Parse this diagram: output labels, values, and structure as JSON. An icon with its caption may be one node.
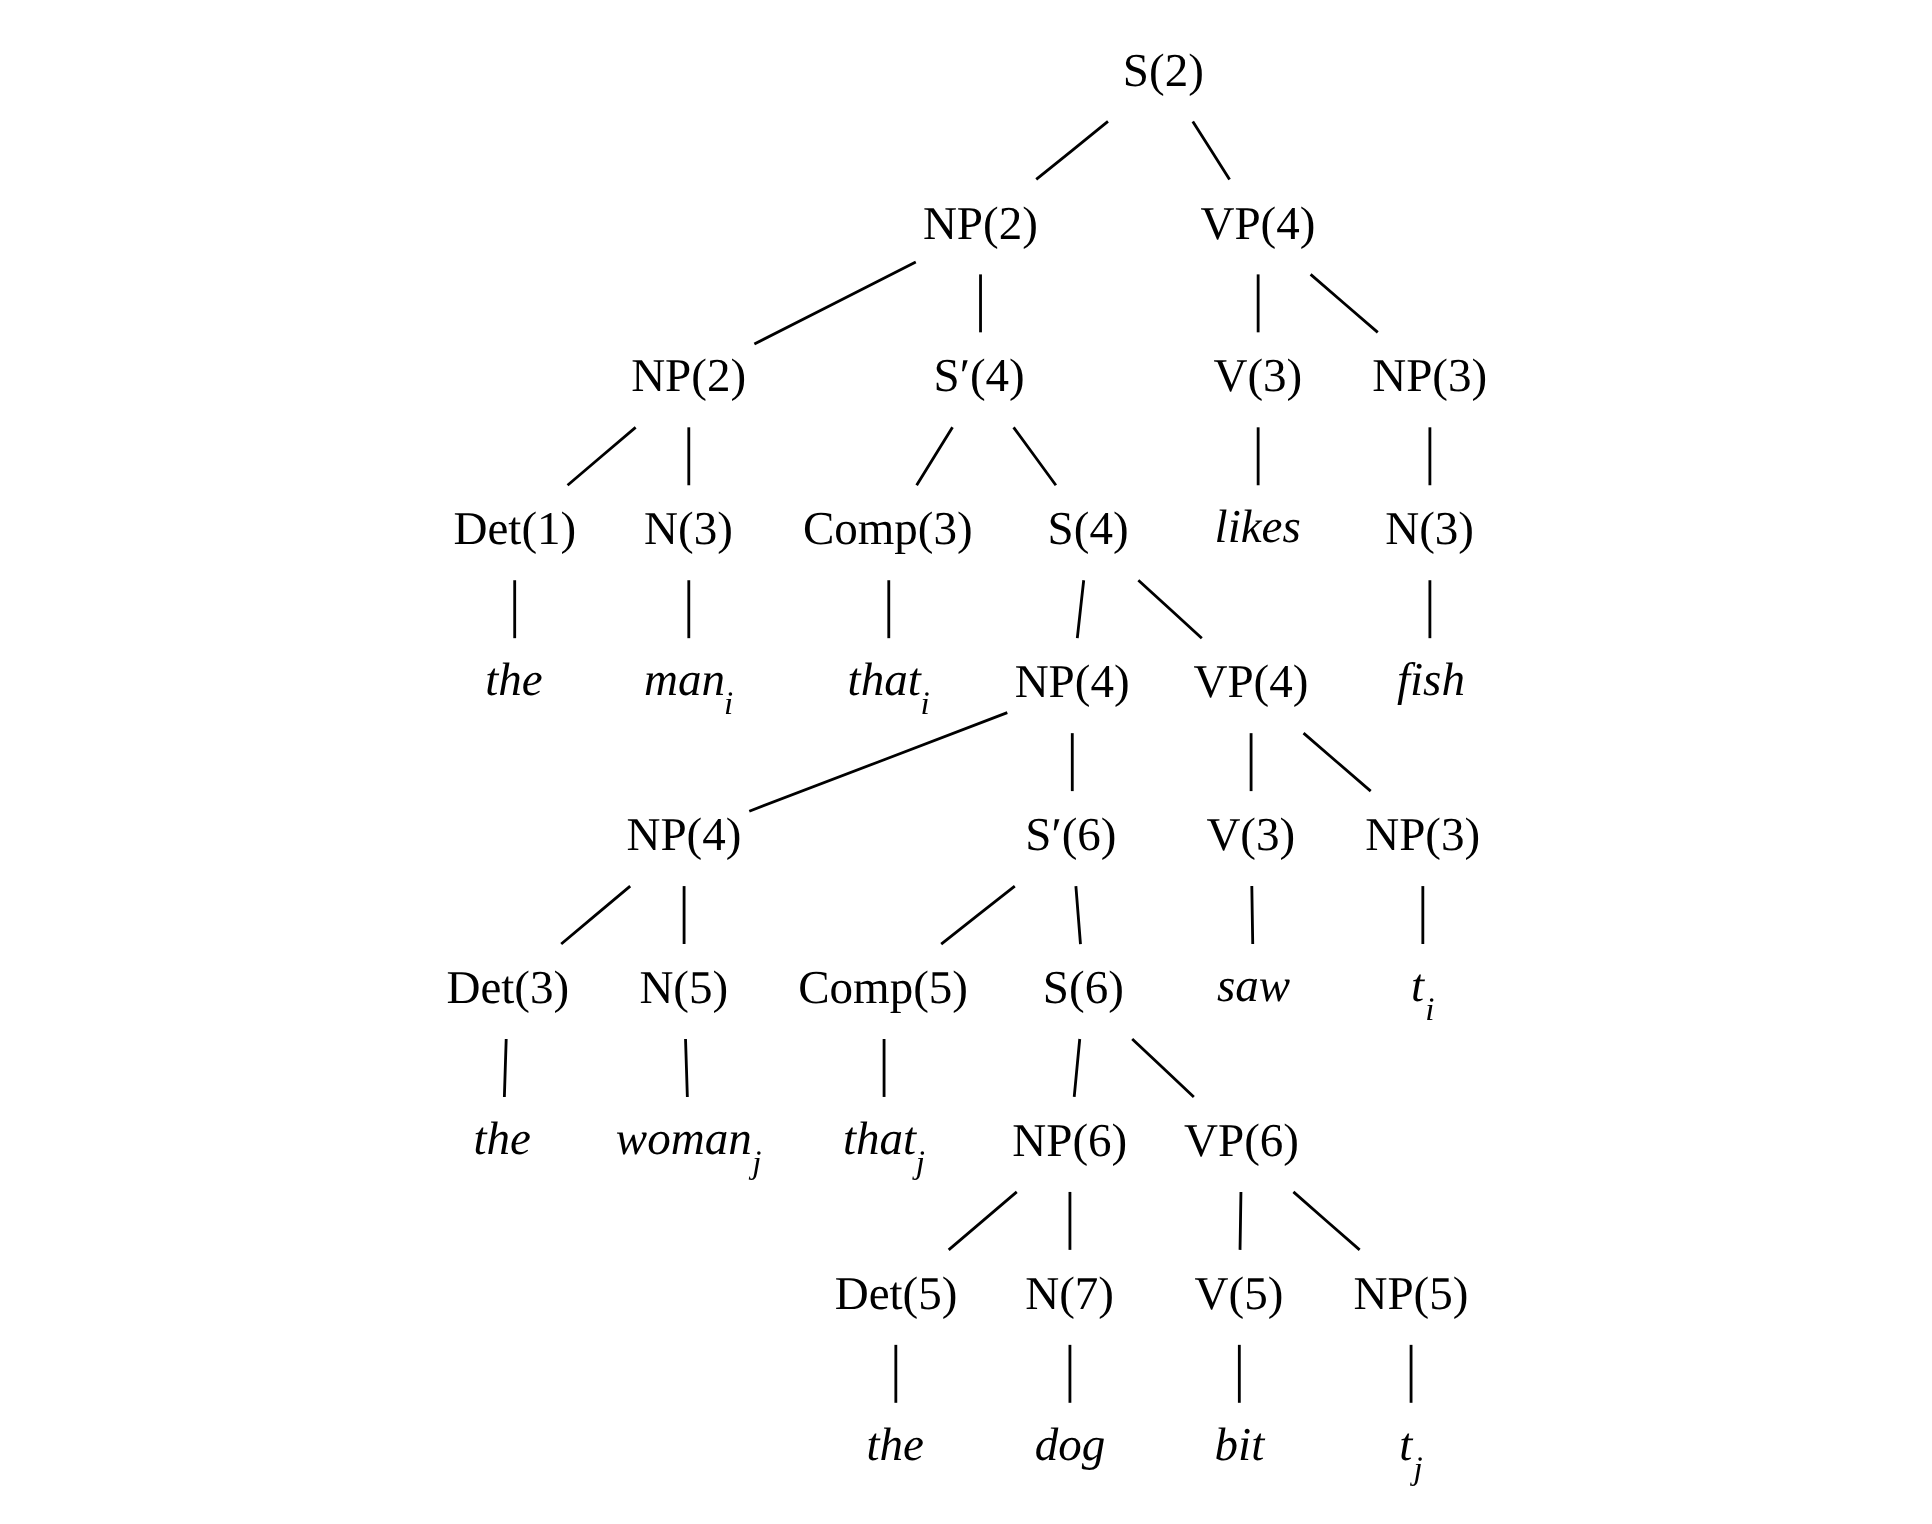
{
  "diagram": {
    "nodes": [
      {
        "text": [
          "S(2)"
        ]
      },
      {
        "text": [
          "NP(2)"
        ]
      },
      {
        "text": [
          "VP(4)"
        ]
      },
      {
        "text": [
          "NP(2)"
        ]
      },
      {
        "text": [
          "S′(4)"
        ]
      },
      {
        "text": [
          "V(3)"
        ]
      },
      {
        "text": [
          "NP(3)"
        ]
      },
      {
        "text": [
          "Det(1)"
        ]
      },
      {
        "text": [
          "N(3)"
        ]
      },
      {
        "text": [
          "Comp(3)"
        ]
      },
      {
        "text": [
          "S(4)"
        ]
      },
      {
        "text": [
          "likes"
        ]
      },
      {
        "text": [
          "N(3)"
        ]
      },
      {
        "text": [
          "the"
        ]
      },
      {
        "text": [
          "man$_{i}$"
        ]
      },
      {
        "text": [
          "that$_{i}$"
        ]
      },
      {
        "text": [
          "NP(4)"
        ]
      },
      {
        "text": [
          "VP(4)"
        ]
      },
      {
        "text": [
          "fish"
        ]
      },
      {
        "text": [
          "NP(4)"
        ]
      },
      {
        "text": [
          "S′(6)"
        ]
      },
      {
        "text": [
          "V(3)"
        ]
      },
      {
        "text": [
          "NP(3)"
        ]
      },
      {
        "text": [
          "Det(3)"
        ]
      },
      {
        "text": [
          "N(5)"
        ]
      },
      {
        "text": [
          "Comp(5)"
        ]
      },
      {
        "text": [
          "S(6)"
        ]
      },
      {
        "text": [
          "saw"
        ]
      },
      {
        "text": [
          "t$_{i}$"
        ]
      },
      {
        "text": [
          "the"
        ]
      },
      {
        "text": [
          "woman$_{j}$"
        ]
      },
      {
        "text": [
          "that$_{j}$"
        ]
      },
      {
        "text": [
          "NP(6)"
        ]
      },
      {
        "text": [
          "VP(6)"
        ]
      },
      {
        "text": [
          "Det(5)"
        ]
      },
      {
        "text": [
          "N(7)"
        ]
      },
      {
        "text": [
          "V(5)"
        ]
      },
      {
        "text": [
          "NP(5)"
        ]
      },
      {
        "text": [
          "the"
        ]
      },
      {
        "text": [
          "dog"
        ]
      },
      {
        "text": [
          "bit"
        ]
      },
      {
        "text": [
          "t$_{j}$"
        ]
      }
    ],
    "edges": [
      {
        "from": 0,
        "to": 1,
        "arrow": "none"
      },
      {
        "from": 0,
        "to": 2,
        "arrow": "none"
      },
      {
        "from": 1,
        "to": 3,
        "arrow": "none"
      },
      {
        "from": 1,
        "to": 4,
        "arrow": "none"
      },
      {
        "from": 2,
        "to": 5,
        "arrow": "none"
      },
      {
        "from": 2,
        "to": 6,
        "arrow": "none"
      },
      {
        "from": 3,
        "to": 7,
        "arrow": "none"
      },
      {
        "from": 3,
        "to": 8,
        "arrow": "none"
      },
      {
        "from": 4,
        "to": 9,
        "arrow": "none"
      },
      {
        "from": 4,
        "to": 10,
        "arrow": "none"
      },
      {
        "from": 5,
        "to": 11,
        "arrow": "none"
      },
      {
        "from": 6,
        "to": 12,
        "arrow": "none"
      },
      {
        "from": 7,
        "to": 13,
        "arrow": "none"
      },
      {
        "from": 8,
        "to": 14,
        "arrow": "none"
      },
      {
        "from": 9,
        "to": 15,
        "arrow": "none"
      },
      {
        "from": 10,
        "to": 16,
        "arrow": "none"
      },
      {
        "from": 10,
        "to": 17,
        "arrow": "none"
      },
      {
        "from": 12,
        "to": 18,
        "arrow": "none"
      },
      {
        "from": 16,
        "to": 19,
        "arrow": "none"
      },
      {
        "from": 16,
        "to": 20,
        "arrow": "none"
      },
      {
        "from": 17,
        "to": 21,
        "arrow": "none"
      },
      {
        "from": 17,
        "to": 22,
        "arrow": "none"
      },
      {
        "from": 19,
        "to": 23,
        "arrow": "none"
      },
      {
        "from": 19,
        "to": 24,
        "arrow": "none"
      },
      {
        "from": 20,
        "to": 25,
        "arrow": "none"
      },
      {
        "from": 20,
        "to": 26,
        "arrow": "none"
      },
      {
        "from": 21,
        "to": 27,
        "arrow": "none"
      },
      {
        "from": 22,
        "to": 28,
        "arrow": "none"
      },
      {
        "from": 23,
        "to": 29,
        "arrow": "none"
      },
      {
        "from": 24,
        "to": 30,
        "arrow": "none"
      },
      {
        "from": 25,
        "to": 31,
        "arrow": "none"
      },
      {
        "from": 26,
        "to": 32,
        "arrow": "none"
      },
      {
        "from": 26,
        "to": 33,
        "arrow": "none"
      },
      {
        "from": 32,
        "to": 34,
        "arrow": "none"
      },
      {
        "from": 32,
        "to": 35,
        "arrow": "none"
      },
      {
        "from": 33,
        "to": 36,
        "arrow": "none"
      },
      {
        "from": 33,
        "to": 37,
        "arrow": "none"
      },
      {
        "from": 34,
        "to": 38,
        "arrow": "none"
      },
      {
        "from": 35,
        "to": 39,
        "arrow": "none"
      },
      {
        "from": 36,
        "to": 40,
        "arrow": "none"
      },
      {
        "from": 37,
        "to": 41,
        "arrow": "none"
      }
    ]
  }
}
